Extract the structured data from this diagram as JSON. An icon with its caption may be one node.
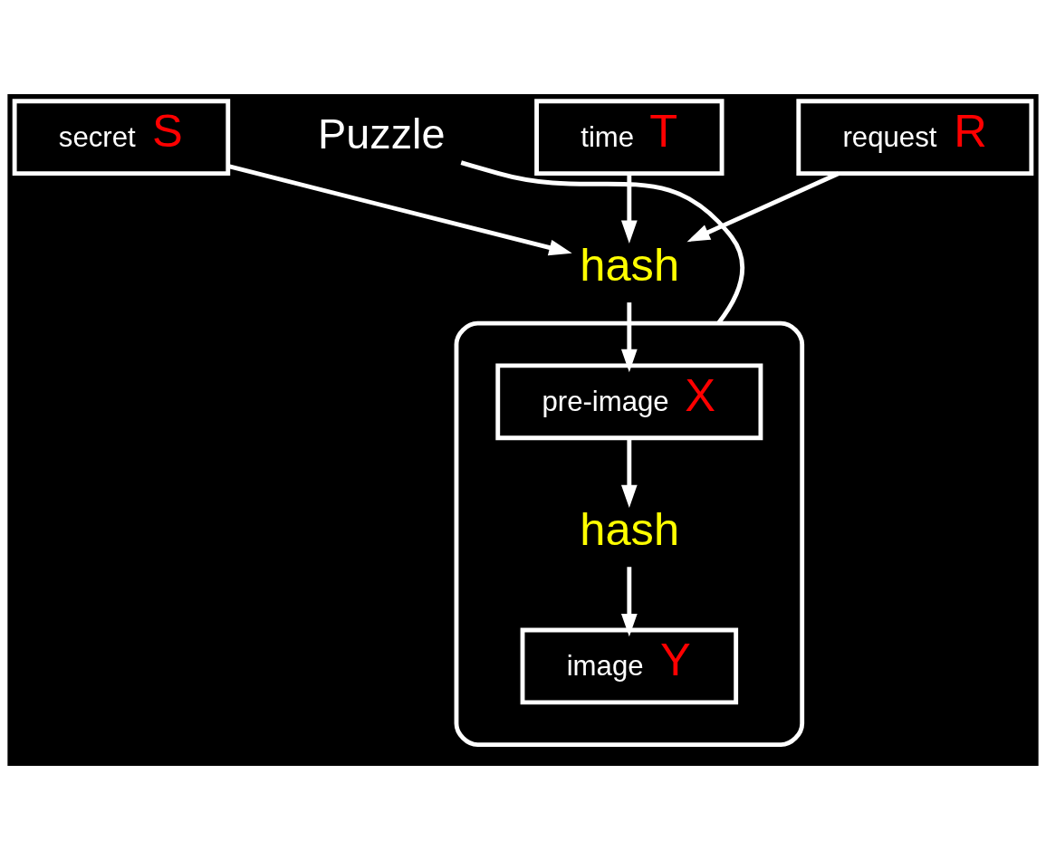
{
  "diagram": {
    "nodes": [
      {
        "text": [
          "secret",
          "S"
        ]
      },
      {
        "text": [
          "time",
          "T"
        ]
      },
      {
        "text": [
          "request",
          "R"
        ]
      },
      {
        "text": [
          "hash"
        ]
      },
      {
        "text": [],
        "shape": "cloud"
      },
      {
        "text": [
          "pre-image",
          "X"
        ],
        "in": 4
      },
      {
        "text": [
          "hash"
        ],
        "in": 4
      },
      {
        "text": [
          "image",
          "Y"
        ],
        "in": 4
      },
      {
        "text": [
          "Puzzle"
        ]
      }
    ],
    "edges": [
      {
        "from": 0,
        "to": 3,
        "arrow": "to"
      },
      {
        "from": 1,
        "to": 3,
        "arrow": "to"
      },
      {
        "from": 2,
        "to": 3,
        "arrow": "to"
      },
      {
        "from": 3,
        "to": 5,
        "arrow": "to"
      },
      {
        "from": 5,
        "to": 6,
        "arrow": "to"
      },
      {
        "from": 6,
        "to": 7,
        "arrow": "to"
      },
      {
        "from": 8,
        "to": 4,
        "arrow": "none"
      }
    ]
  }
}
